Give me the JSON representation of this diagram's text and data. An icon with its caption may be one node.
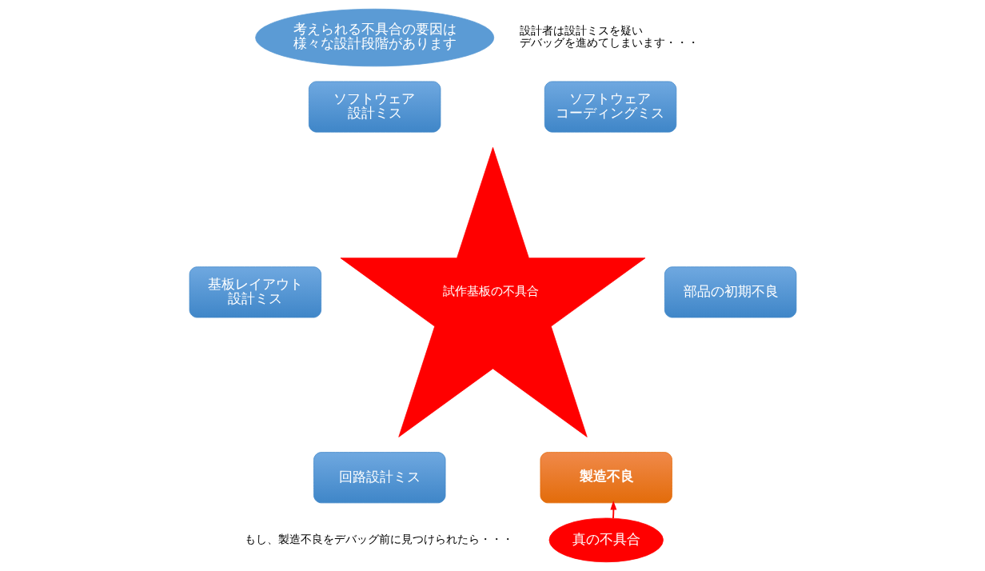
{
  "diagram": {
    "nodes": [
      {
        "text": [
          "考えられる不具合の要因は様々な設計段階があります"
        ]
      },
      {
        "text": [
          "ソフトウェア設計ミス"
        ]
      },
      {
        "text": [
          "ソフトウェアコーディングミス"
        ]
      },
      {
        "text": [
          "基板レイアウト設計ミス"
        ]
      },
      {
        "text": [
          "試作基板の不具合"
        ]
      },
      {
        "text": [
          "部品の初期不良"
        ]
      },
      {
        "text": [
          "回路設計ミス"
        ]
      },
      {
        "text": [
          "製造不良"
        ]
      },
      {
        "text": [
          "真の不具合"
        ]
      }
    ],
    "edges": [
      {
        "from": 8,
        "to": 7,
        "arrow": "to",
        "color": "#ff0000"
      }
    ],
    "labels": [
      "設計者は設計ミスを疑いデバッグを進めてしまいます・・・",
      "もし、製造不良をデバッグ前に見つけられたら・・・"
    ]
  }
}
